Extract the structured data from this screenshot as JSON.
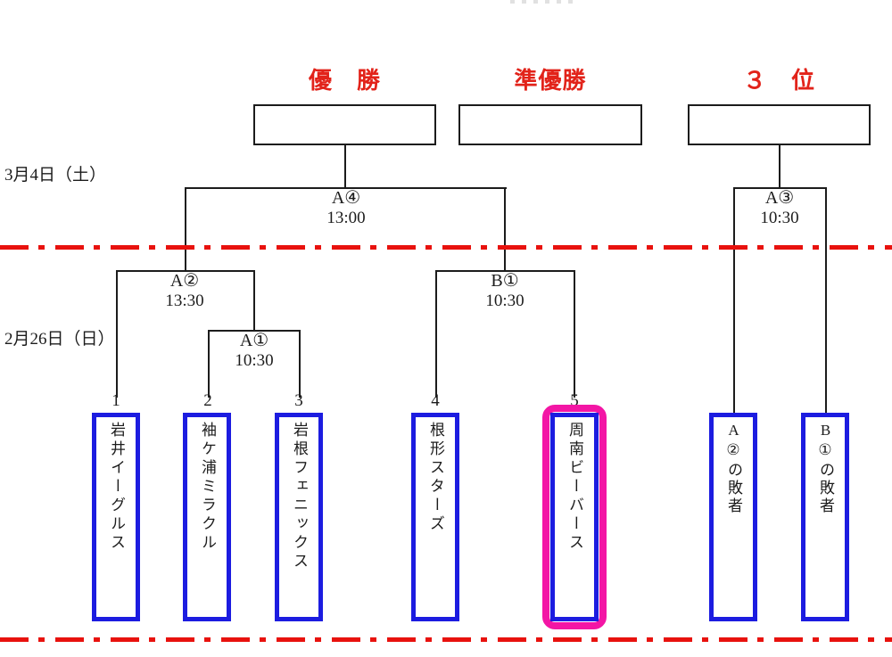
{
  "colors": {
    "header_red": "#e2231a",
    "divider_red": "#e8120e",
    "team_border_blue": "#1c1ce0",
    "highlight_magenta": "#f316a5",
    "line_black": "#1c1c1c"
  },
  "headers": {
    "champion": "優　勝",
    "runner_up": "準優勝",
    "third_place": "３　位"
  },
  "dates": {
    "round2": "3月4日（土）",
    "round1": "2月26日（日）"
  },
  "matches": {
    "a4": {
      "label": "A④",
      "time": "13:00"
    },
    "a3": {
      "label": "A③",
      "time": "10:30"
    },
    "a2": {
      "label": "A②",
      "time": "13:30"
    },
    "a1": {
      "label": "A①",
      "time": "10:30"
    },
    "b1": {
      "label": "B①",
      "time": "10:30"
    }
  },
  "teams": [
    {
      "seed": "1",
      "name": "岩井イーグルス",
      "highlight": false
    },
    {
      "seed": "2",
      "name": "袖ケ浦ミラクル",
      "highlight": false
    },
    {
      "seed": "3",
      "name": "岩根フェニックス",
      "highlight": false
    },
    {
      "seed": "4",
      "name": "根形スターズ",
      "highlight": false
    },
    {
      "seed": "5",
      "name": "周南ビーバース",
      "highlight": true
    },
    {
      "seed": "",
      "name": "A②の敗者",
      "highlight": false
    },
    {
      "seed": "",
      "name": "B①の敗者",
      "highlight": false
    }
  ]
}
